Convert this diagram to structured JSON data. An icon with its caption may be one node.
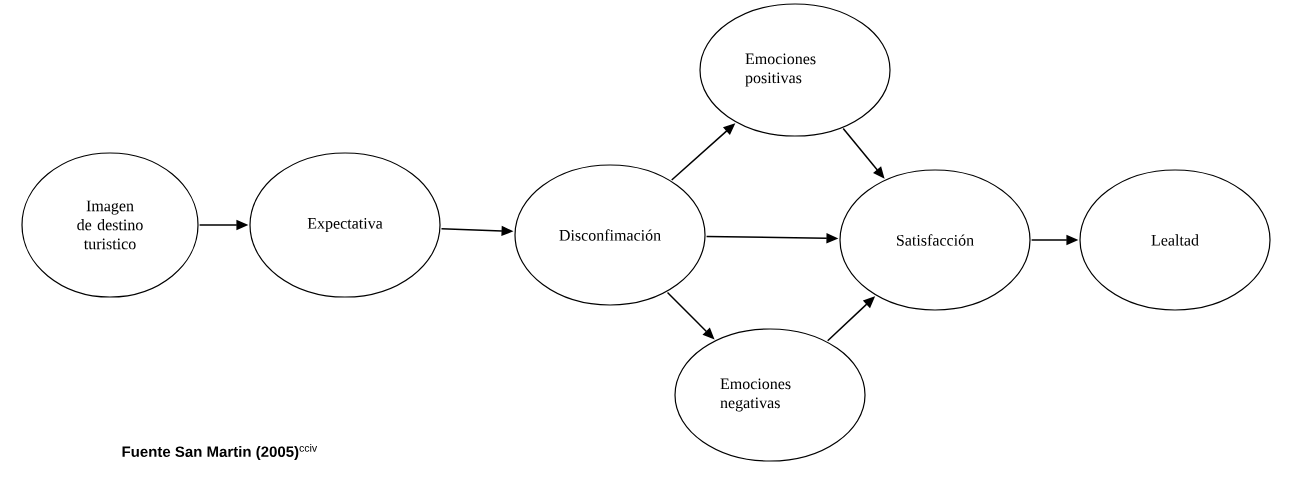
{
  "diagram": {
    "caption": "**Fuente San Martin (2005)**$^{cciv}$",
    "nodes": [
      {
        "text": [
          "Imagen de destino turistico"
        ]
      },
      {
        "text": [
          "Expectativa"
        ]
      },
      {
        "text": [
          "Disconfimación"
        ]
      },
      {
        "text": [
          "Emociones positivas"
        ]
      },
      {
        "text": [
          "Satisfacción"
        ]
      },
      {
        "text": [
          "Emociones negativas"
        ]
      },
      {
        "text": [
          "Lealtad"
        ]
      }
    ],
    "edges": [
      {
        "from": 0,
        "to": 1,
        "arrow": "to"
      },
      {
        "from": 1,
        "to": 2,
        "arrow": "to"
      },
      {
        "from": 2,
        "to": 3,
        "arrow": "to"
      },
      {
        "from": 2,
        "to": 4,
        "arrow": "to"
      },
      {
        "from": 2,
        "to": 5,
        "arrow": "to"
      },
      {
        "from": 3,
        "to": 4,
        "arrow": "to"
      },
      {
        "from": 5,
        "to": 4,
        "arrow": "to"
      },
      {
        "from": 4,
        "to": 6,
        "arrow": "to"
      }
    ]
  }
}
